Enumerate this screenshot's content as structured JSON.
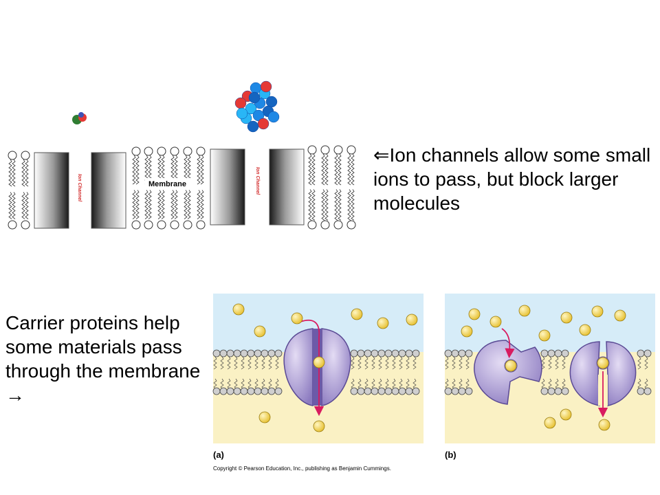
{
  "slide": {
    "ion_caption": {
      "arrow": "⇐",
      "text": "Ion channels allow some small ions to pass, but block larger molecules"
    },
    "carrier_caption": {
      "text": "Carrier proteins help some materials pass through the membrane",
      "arrow": "→"
    }
  },
  "ion_figure": {
    "membrane_label": "Membrane",
    "channel_label_1": "Ion Channel",
    "channel_label_2": "Ion Channel",
    "small_ion_colors": [
      "#2f7d32",
      "#e53935",
      "#3f51b5"
    ],
    "large_molecule_colors": [
      "#1e88e5",
      "#29b6f6",
      "#e53935",
      "#1565c0"
    ]
  },
  "carrier_figure": {
    "panel_a_label": "(a)",
    "panel_b_label": "(b)",
    "copyright": "Copyright © Pearson Education, Inc., publishing as Benjamin Cummings.",
    "colors": {
      "extracellular": "#d6ecf8",
      "intracellular": "#faf1c4",
      "protein": "#a99bd0",
      "protein_dark": "#6c5aa8",
      "solute": "#f4d75a",
      "arrow": "#d81b60"
    }
  }
}
